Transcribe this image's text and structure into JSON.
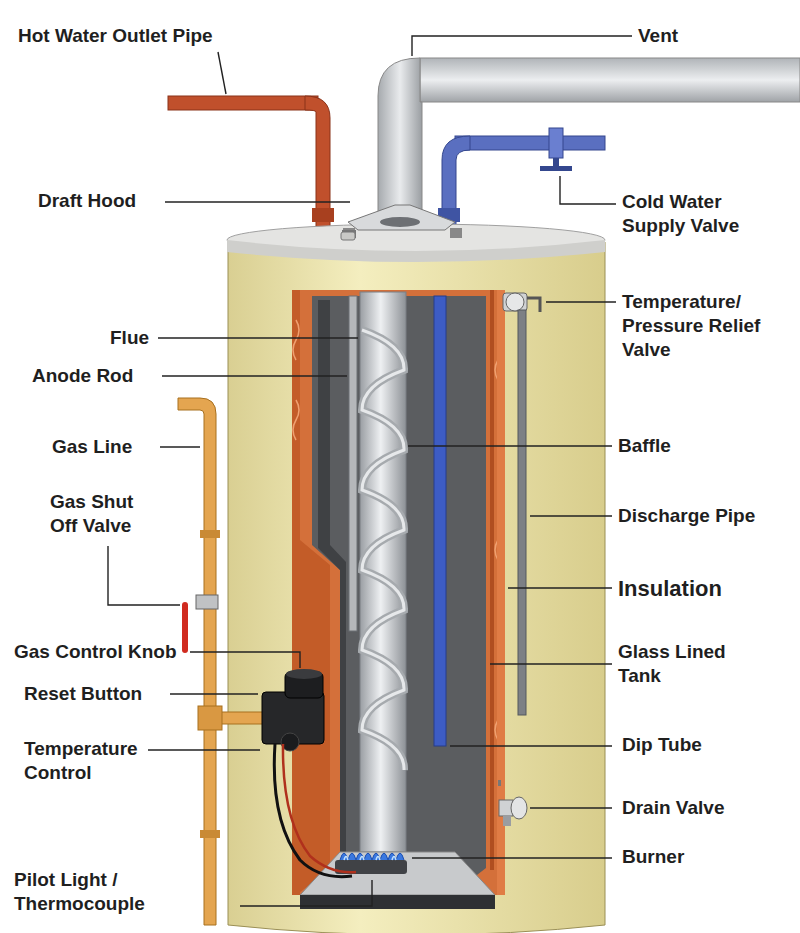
{
  "diagram": {
    "labels": [
      "Hot Water Outlet Pipe",
      "Vent",
      "Draft Hood",
      "Cold Water Supply Valve",
      "Flue",
      "Temperature/ Pressure Relief Valve",
      "Anode Rod",
      "Gas Line",
      "Baffle",
      "Gas Shut Off Valve",
      "Discharge Pipe",
      "Insulation",
      "Gas Control Knob",
      "Glass Lined Tank",
      "Reset Button",
      "Temperature Control",
      "Dip Tube",
      "Drain Valve",
      "Burner",
      "Pilot Light / Thermocouple"
    ]
  }
}
